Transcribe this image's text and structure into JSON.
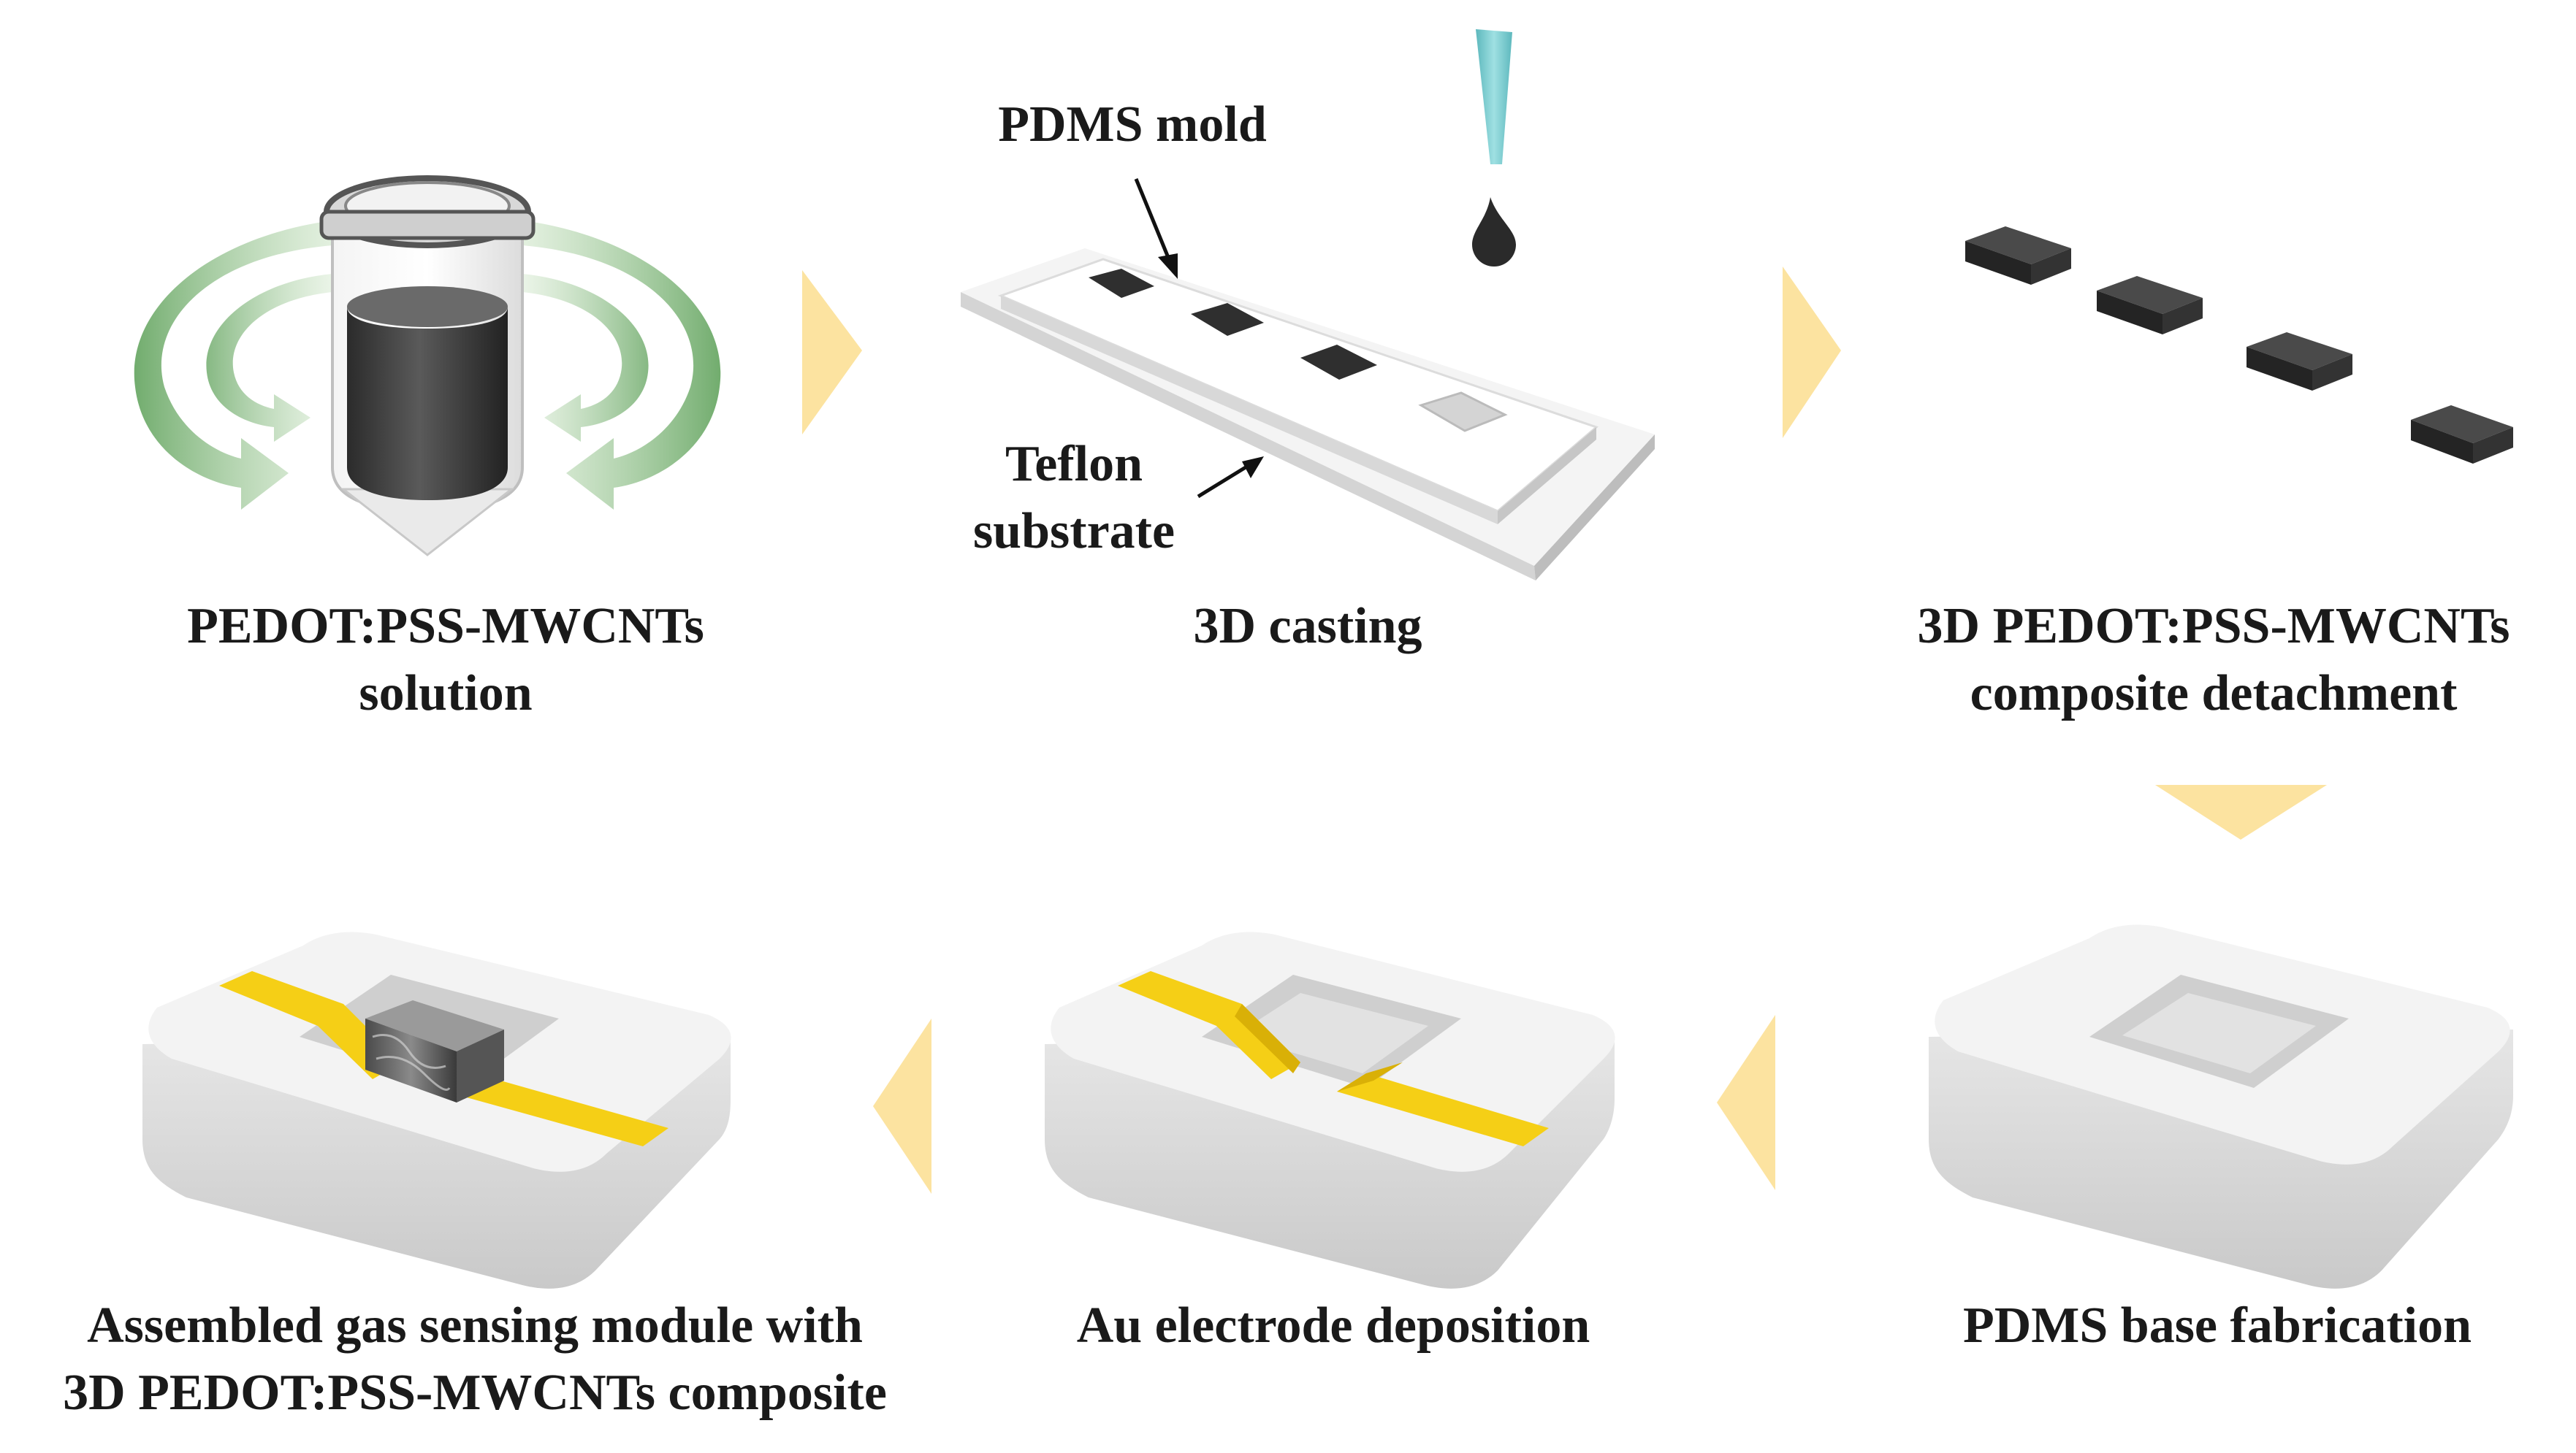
{
  "steps": [
    {
      "line1": "PEDOT:PSS-MWCNTs",
      "line2": "solution"
    },
    {
      "line1": "3D casting",
      "line2": ""
    },
    {
      "line1": "3D PEDOT:PSS-MWCNTs",
      "line2": "composite detachment"
    },
    {
      "line1": "PDMS base fabrication",
      "line2": ""
    },
    {
      "line1": "Au electrode deposition",
      "line2": ""
    },
    {
      "line1": "Assembled gas sensing module with",
      "line2": "3D PEDOT:PSS-MWCNTs composite"
    }
  ],
  "annotations": {
    "mold": "PDMS mold",
    "teflon_line1": "Teflon",
    "teflon_line2": "substrate"
  },
  "colors": {
    "arrow": "#fce3a0",
    "gold": "#f5cf16",
    "composite": "#3a3a3a",
    "pdms": "#ececec",
    "rotate_arrow": "#a9cf9f",
    "dropper": "#7fcfd3"
  }
}
